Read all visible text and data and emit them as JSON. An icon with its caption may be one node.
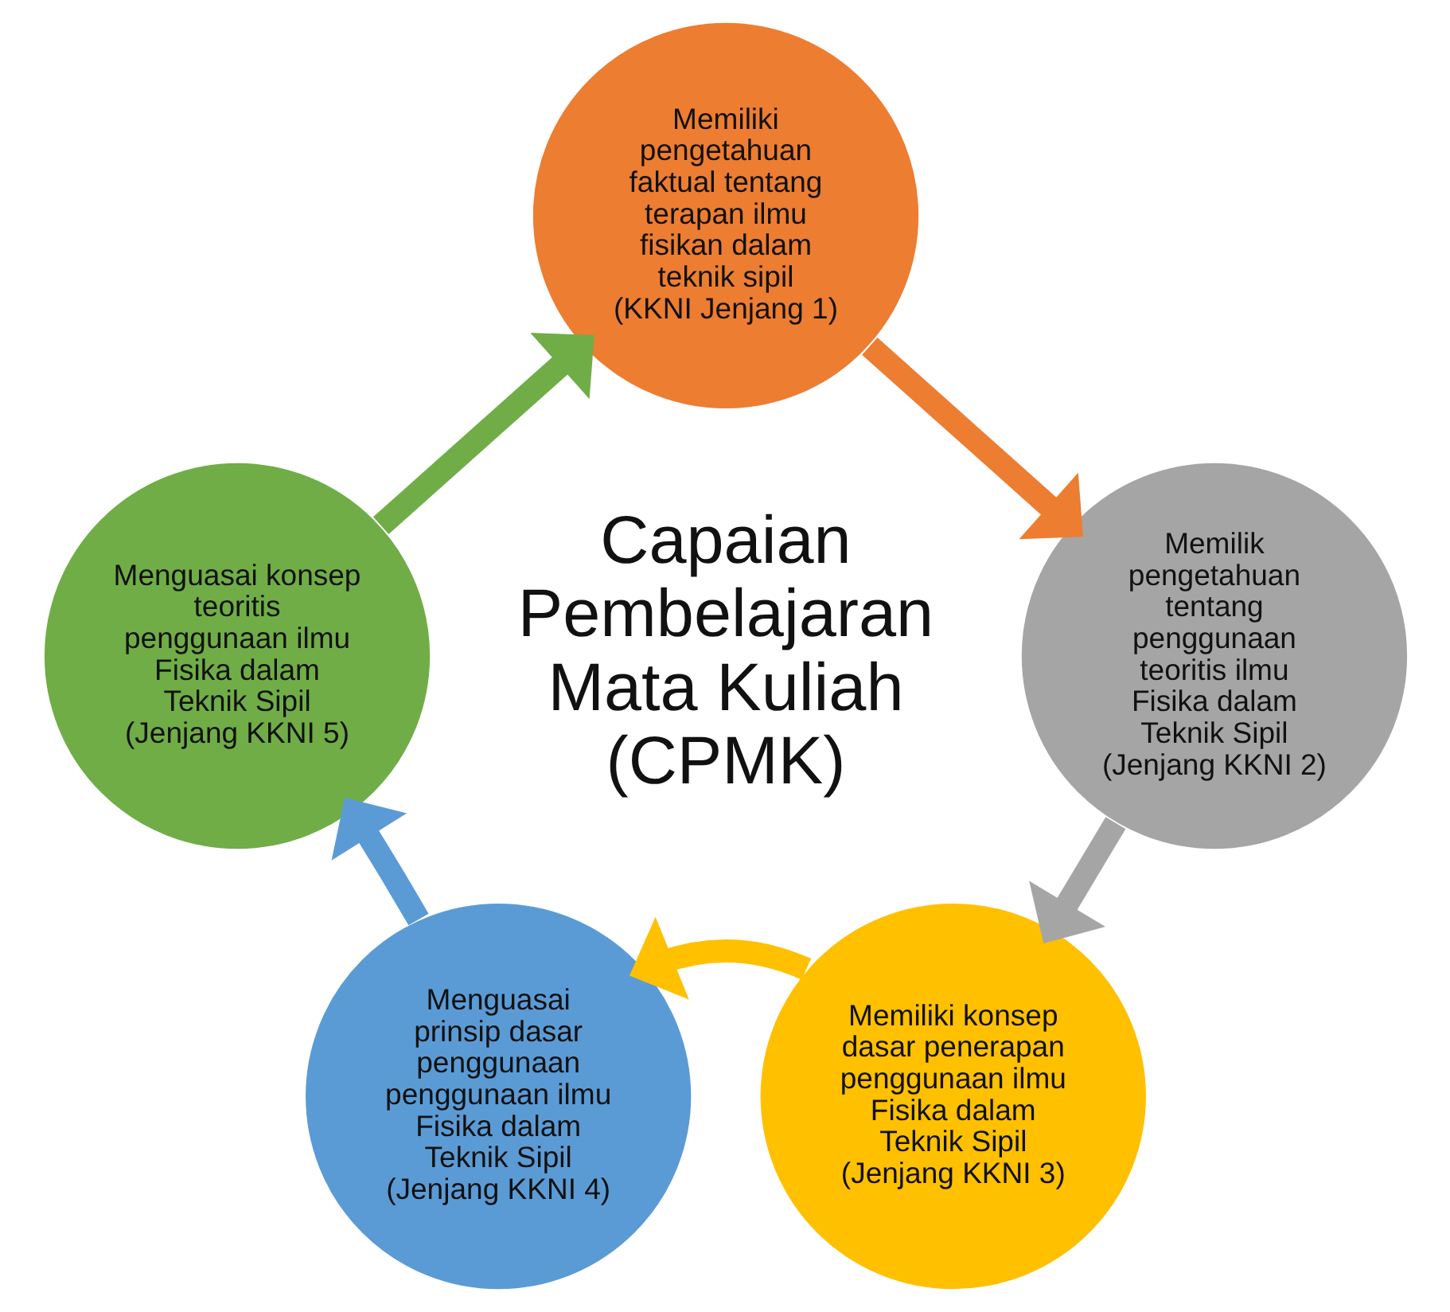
{
  "diagram": {
    "nodes": [
      {
        "text": [
          "Memiliki pengetahuan faktual tentang terapan ilmu fisikan dalam teknik sipil (KKNI Jenjang 1)"
        ]
      },
      {
        "text": [
          "Memilik pengetahuan tentang penggunaan teoritis ilmu Fisika dalam Teknik Sipil (Jenjang KKNI 2)"
        ]
      },
      {
        "text": [
          "Memiliki konsep dasar penerapan penggunaan ilmu Fisika dalam Teknik Sipil (Jenjang KKNI 3)"
        ]
      },
      {
        "text": [
          "Menguasai prinsip dasar penggunaan penggunaan ilmu Fisika dalam Teknik Sipil (Jenjang KKNI 4)"
        ]
      },
      {
        "text": [
          "Menguasai konsep teoritis penggunaan ilmu Fisika dalam Teknik Sipil (Jenjang KKNI 5)"
        ]
      }
    ],
    "edges": [
      {
        "from": 0,
        "to": 1,
        "arrow": "to",
        "color": "#ed7d31"
      },
      {
        "from": 1,
        "to": 2,
        "arrow": "to",
        "color": "#a5a5a5"
      },
      {
        "from": 2,
        "to": 3,
        "arrow": "to",
        "color": "#ffc000"
      },
      {
        "from": 3,
        "to": 4,
        "arrow": "to",
        "color": "#5b9bd5"
      },
      {
        "from": 4,
        "to": 0,
        "arrow": "to",
        "color": "#70ad47"
      }
    ],
    "labels": [
      "Capaian Pembelajaran Mata Kuliah (CPMK)"
    ]
  }
}
